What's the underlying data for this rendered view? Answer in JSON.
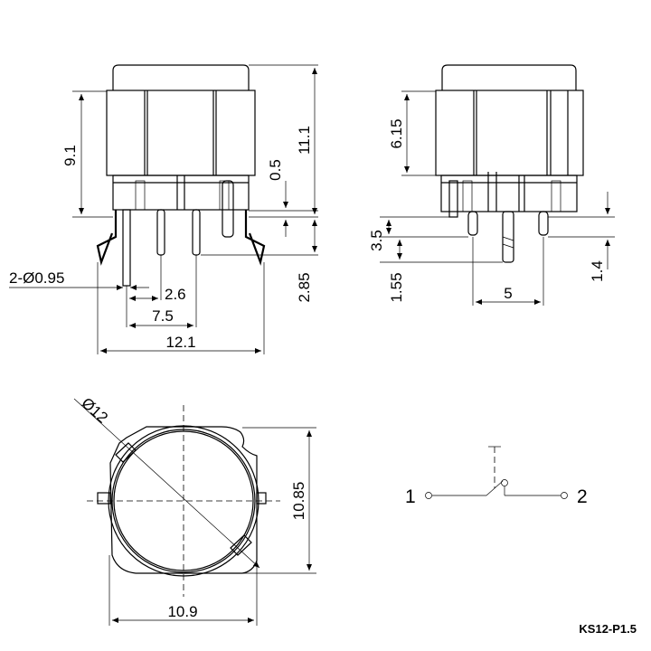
{
  "front_view": {
    "dim_height_body": "9.1",
    "dim_height_total": "11.1",
    "dim_gap": "0.5",
    "dim_pin_length": "2.85",
    "dim_pin_dia": "2-Ø0.95",
    "dim_pitch_small": "2.6",
    "dim_pitch_large": "7.5",
    "dim_width": "12.1"
  },
  "side_view": {
    "dim_height_body": "6.15",
    "dim_pin_35": "3.5",
    "dim_pin_155": "1.55",
    "dim_pin_14": "1.4",
    "dim_pitch": "5"
  },
  "top_view": {
    "dim_diameter": "Ø12",
    "dim_height": "10.85",
    "dim_width": "10.9"
  },
  "schematic": {
    "terminal_1": "1",
    "terminal_2": "2"
  },
  "part_number": "KS12-P1.5"
}
